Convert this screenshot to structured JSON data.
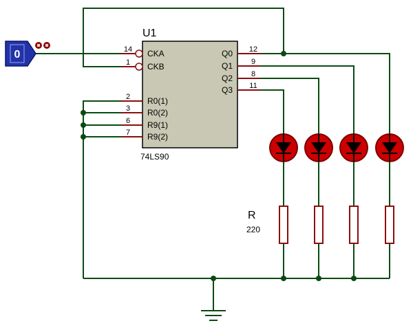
{
  "chip": {
    "ref": "U1",
    "part": "74LS90",
    "pins_left": [
      {
        "num": "14",
        "name": "CKA"
      },
      {
        "num": "1",
        "name": "CKB"
      },
      {
        "num": "2",
        "name": "R0(1)"
      },
      {
        "num": "3",
        "name": "R0(2)"
      },
      {
        "num": "6",
        "name": "R9(1)"
      },
      {
        "num": "7",
        "name": "R9(2)"
      }
    ],
    "pins_right": [
      {
        "num": "12",
        "name": "Q0"
      },
      {
        "num": "9",
        "name": "Q1"
      },
      {
        "num": "8",
        "name": "Q2"
      },
      {
        "num": "11",
        "name": "Q3"
      }
    ]
  },
  "logic_source": {
    "state": "0"
  },
  "resistor": {
    "ref": "R",
    "value": "220"
  },
  "colors": {
    "wire": "#0a4a12",
    "pin": "#8b0d0d",
    "chip_fill": "#c8c8b4",
    "led": "#cc0000",
    "logic_probe": "#2233aa"
  }
}
